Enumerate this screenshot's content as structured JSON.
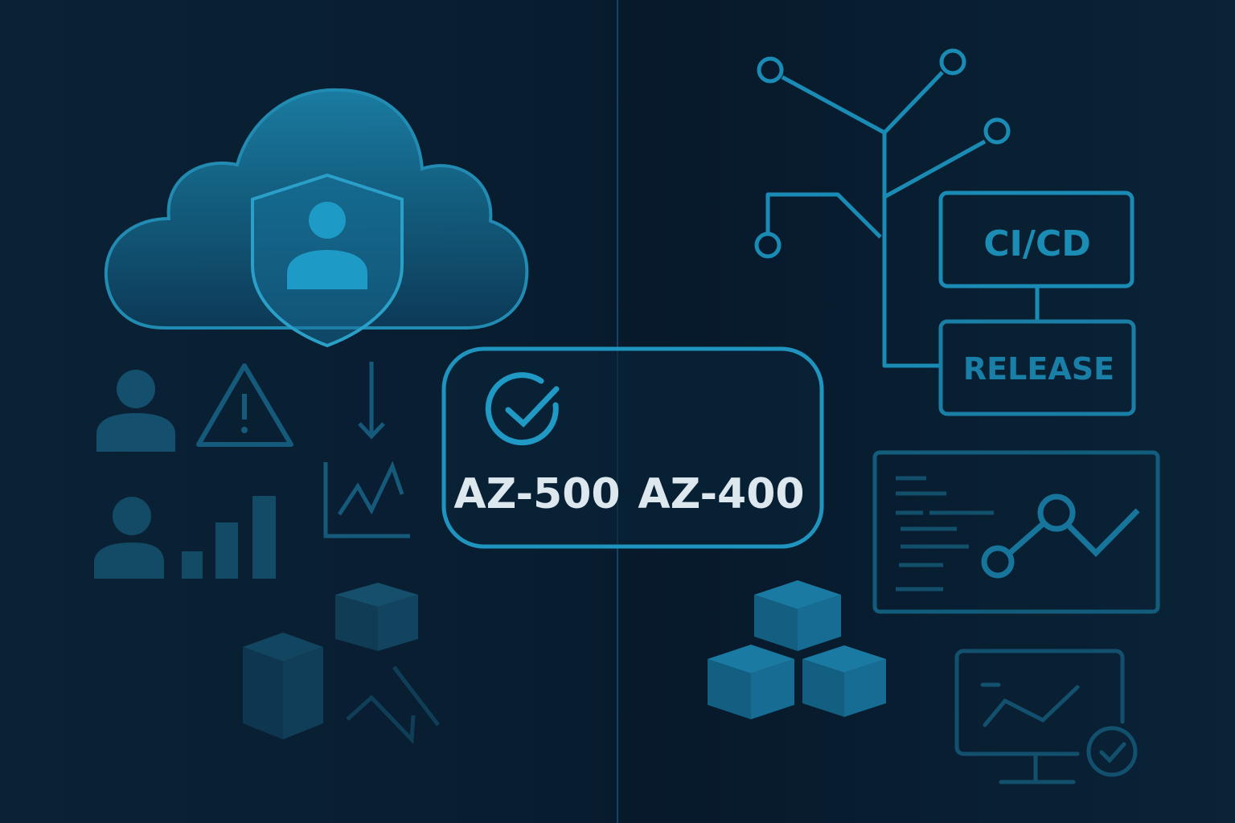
{
  "badge": {
    "left_code": "AZ-500",
    "right_code": "AZ-400"
  },
  "pipeline": {
    "stage_1": "CI/CD",
    "stage_2": "RELEASE"
  },
  "colors": {
    "background": "#07192b",
    "accent": "#1b8db5",
    "accent_dim": "#135d7c",
    "text": "#dce8ee"
  },
  "icons": [
    "cloud-icon",
    "shield-user-icon",
    "user-icon",
    "warning-icon",
    "arrow-down-icon",
    "line-chart-icon",
    "bar-chart-icon",
    "cubes-icon",
    "branch-tree-icon",
    "dashboard-icon",
    "monitor-check-icon",
    "check-circle-icon"
  ]
}
